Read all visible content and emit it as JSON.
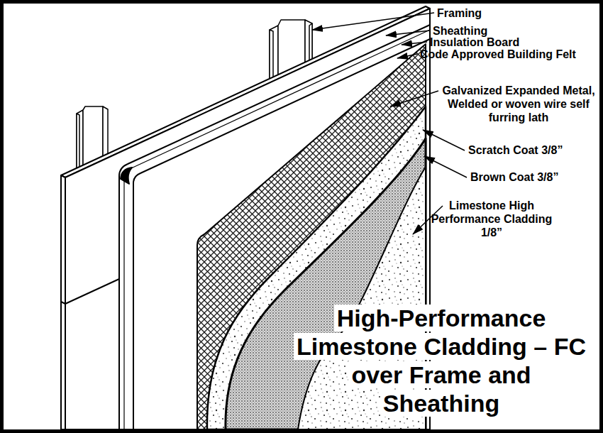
{
  "diagram": {
    "title": "High-Performance Limestone Cladding – FC over Frame and Sheathing",
    "labels": [
      "Framing",
      "Sheathing",
      "Insulation Board",
      "Code Approved Building Felt",
      "Galvanized Expanded Metal, Welded or woven wire self furring lath",
      "Scratch Coat 3/8”",
      "Brown Coat 3/8”",
      "Limestone High Performance Cladding 1/8”"
    ]
  }
}
